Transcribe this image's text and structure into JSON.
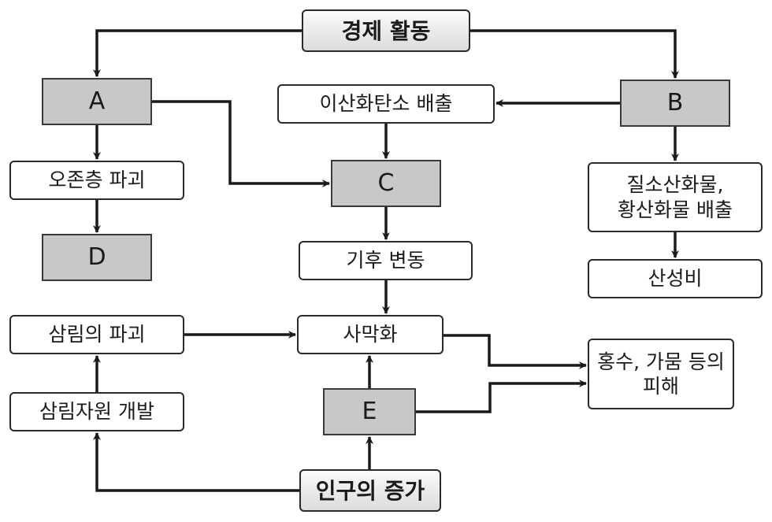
{
  "nodes": {
    "economic_activity": "경제 활동",
    "A": "A",
    "ozone_destruction": "오존층 파괴",
    "D": "D",
    "co2_emission": "이산화탄소 배출",
    "C": "C",
    "climate_change": "기후 변동",
    "B": "B",
    "nox_sox_emission_line1": "질소산화물,",
    "nox_sox_emission_line2": "황산화물 배출",
    "acid_rain": "산성비",
    "forest_destruction": "삼림의 파괴",
    "desertification": "사막화",
    "flood_drought_damage_line1": "홍수, 가뭄 등의",
    "flood_drought_damage_line2": "피해",
    "forest_development": "삼림자원 개발",
    "E": "E",
    "population_growth": "인구의 증가"
  },
  "edges": [
    {
      "from": "경제 활동",
      "to": "A"
    },
    {
      "from": "경제 활동",
      "to": "B"
    },
    {
      "from": "A",
      "to": "오존층 파괴"
    },
    {
      "from": "A",
      "to": "C"
    },
    {
      "from": "오존층 파괴",
      "to": "D"
    },
    {
      "from": "B",
      "to": "이산화탄소 배출"
    },
    {
      "from": "B",
      "to": "질소산화물, 황산화물 배출"
    },
    {
      "from": "이산화탄소 배출",
      "to": "C"
    },
    {
      "from": "C",
      "to": "기후 변동"
    },
    {
      "from": "기후 변동",
      "to": "사막화"
    },
    {
      "from": "질소산화물, 황산화물 배출",
      "to": "산성비"
    },
    {
      "from": "삼림의 파괴",
      "to": "사막화"
    },
    {
      "from": "사막화",
      "to": "홍수, 가뭄 등의 피해"
    },
    {
      "from": "E",
      "to": "사막화"
    },
    {
      "from": "E",
      "to": "홍수, 가뭄 등의 피해"
    },
    {
      "from": "삼림자원 개발",
      "to": "삼림의 파괴"
    },
    {
      "from": "인구의 증가",
      "to": "E"
    },
    {
      "from": "인구의 증가",
      "to": "삼림자원 개발"
    }
  ]
}
